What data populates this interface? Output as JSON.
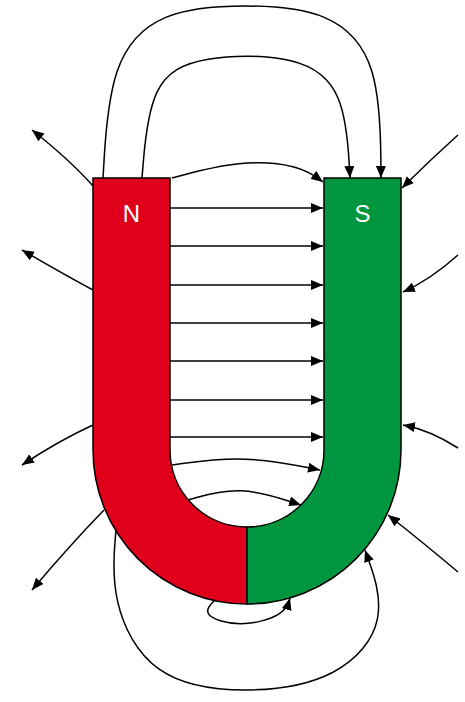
{
  "diagram": {
    "nodes": [
      {
        "text": [
          "N"
        ]
      },
      {
        "text": [
          "S"
        ]
      }
    ],
    "edges": [
      {
        "from": 0,
        "to": 1,
        "arrow": "to"
      },
      {
        "from": 0,
        "to": 1,
        "arrow": "to"
      },
      {
        "from": 0,
        "to": 1,
        "arrow": "to"
      },
      {
        "from": 0,
        "to": 1,
        "arrow": "to"
      },
      {
        "from": 0,
        "to": 1,
        "arrow": "to"
      },
      {
        "from": 0,
        "to": 1,
        "arrow": "to"
      },
      {
        "from": 0,
        "to": 1,
        "arrow": "to"
      },
      {
        "from": 0,
        "to": 1,
        "arrow": "to"
      },
      {
        "from": 0,
        "to": 1,
        "arrow": "to"
      },
      {
        "from": 0,
        "to": 1,
        "arrow": "to"
      },
      {
        "from": 0,
        "to": 1,
        "arrow": "to"
      },
      {
        "from": 0,
        "to": 1,
        "arrow": "to"
      },
      {
        "from": 0,
        "to": 1,
        "arrow": "to"
      },
      {
        "from": 0,
        "to": 1,
        "arrow": "to"
      }
    ]
  }
}
